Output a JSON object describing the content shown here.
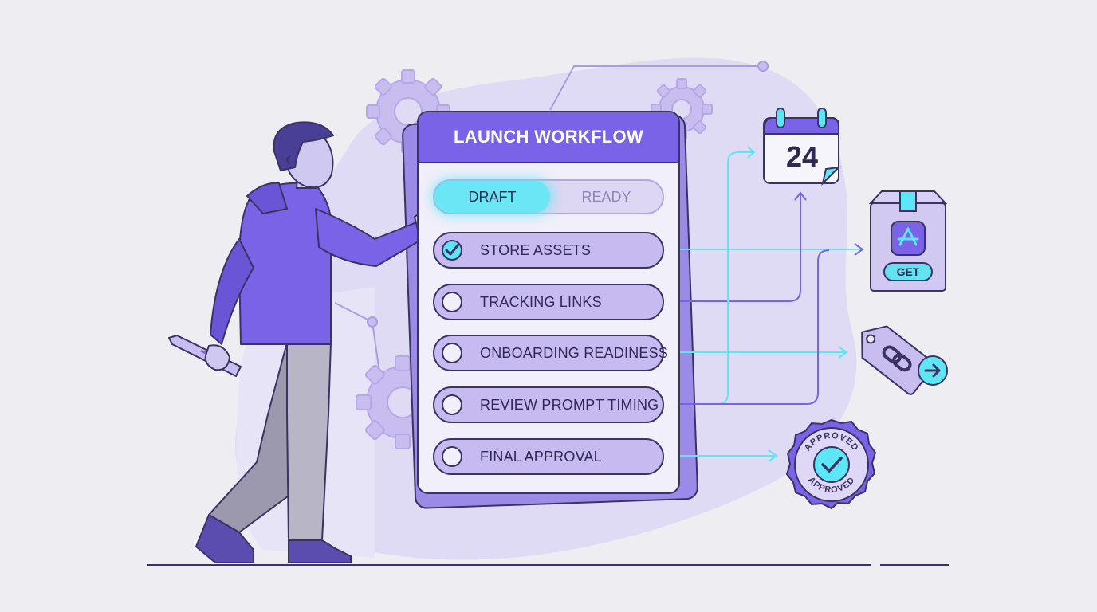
{
  "workflow": {
    "title": "LAUNCH WORKFLOW",
    "toggle": {
      "active": "DRAFT",
      "inactive": "READY"
    },
    "tasks": [
      {
        "label": "STORE ASSETS",
        "checked": true
      },
      {
        "label": "TRACKING LINKS",
        "checked": false
      },
      {
        "label": "ONBOARDING READINESS",
        "checked": false
      },
      {
        "label": "REVIEW PROMPT TIMING",
        "checked": false
      },
      {
        "label": "FINAL APPROVAL",
        "checked": false
      }
    ]
  },
  "calendar": {
    "day": "24"
  },
  "store_box": {
    "button_label": "GET"
  },
  "seal": {
    "text_top": "APPROVED",
    "text_bottom": "APPROVED"
  },
  "icons": [
    "calendar-icon",
    "app-store-icon",
    "link-tag-icon",
    "arrow-right-icon",
    "approved-seal-icon",
    "gear-icon",
    "pencil-icon",
    "checkmark-icon"
  ],
  "colors": {
    "primary": "#7a63e6",
    "accent_cyan": "#5ce6f6",
    "outline": "#3b3363",
    "background": "#eeeef2",
    "blob": "#e0dbf5"
  }
}
